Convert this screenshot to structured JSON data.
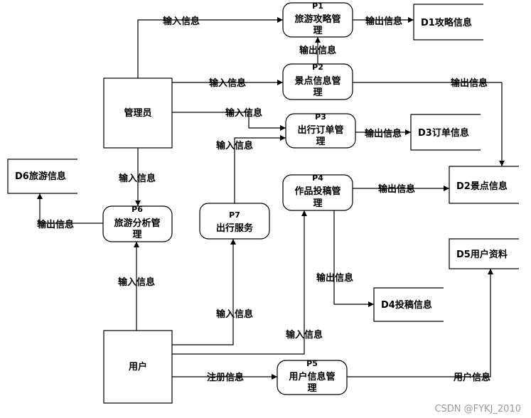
{
  "entities": {
    "admin": "管理员",
    "user": "用户"
  },
  "processes": {
    "p1": {
      "id": "P1",
      "line1": "旅游攻略管",
      "line2": "理"
    },
    "p2": {
      "id": "P2",
      "line1": "景点信息管",
      "line2": "理"
    },
    "p3": {
      "id": "P3",
      "line1": "出行订单管",
      "line2": "理"
    },
    "p4": {
      "id": "P4",
      "line1": "作品投稿管",
      "line2": "理"
    },
    "p5": {
      "id": "P5",
      "line1": "用户信息管",
      "line2": "理"
    },
    "p6": {
      "id": "P6",
      "line1": "旅游分析管",
      "line2": "理"
    },
    "p7": {
      "id": "P7",
      "line1": "出行服务",
      "line2": ""
    }
  },
  "stores": {
    "d1": "D1攻略信息",
    "d2": "D2景点信息",
    "d3": "D3订单信息",
    "d4": "D4投稿信息",
    "d5": "D5用户资料",
    "d6": "D6旅游信息"
  },
  "flow_labels": {
    "admin_p1": "输入信息",
    "p1_d1": "输出信息",
    "p2_p1": "输出信息",
    "admin_p2": "输入信息",
    "p2_d2": "输出信息",
    "admin_p3": "输入信息",
    "p3_d3": "输出信息",
    "p7_p3": "输入信息",
    "admin_p6": "输入信息",
    "p4_d2": "输出信息",
    "p6_d6": "输出信息",
    "p4_d4": "输出信息",
    "user_p6": "输入信息",
    "user_p7": "输入信息",
    "user_p4": "输入信息",
    "user_p5": "注册信息",
    "p5_d5": "用户信息"
  },
  "watermark": "CSDN @FYKJ_2010"
}
